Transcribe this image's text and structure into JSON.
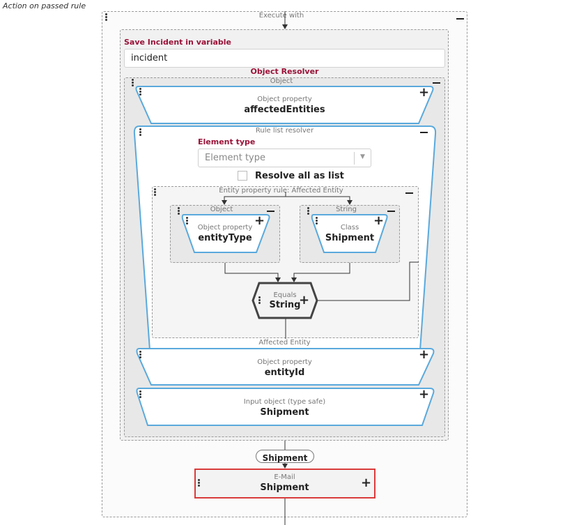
{
  "header": {
    "section_label": "Action on passed rule"
  },
  "execute_with": {
    "label": "Execute with"
  },
  "save_incident": {
    "label": "Save Incident in variable",
    "value": "incident"
  },
  "object_resolver": {
    "title": "Object Resolver",
    "object_label": "Object",
    "object_property": {
      "type": "Object property",
      "name": "affectedEntities"
    },
    "rule_list_resolver": {
      "label": "Rule list resolver",
      "element_type_label": "Element type",
      "element_type_placeholder": "Element type",
      "resolve_all_label": "Resolve all as list",
      "entity_rule": {
        "label": "Entity property rule: Affected Entity",
        "left": {
          "slot": "Object",
          "type": "Object property",
          "name": "entityType"
        },
        "right": {
          "slot": "String",
          "type": "Class",
          "name": "Shipment"
        },
        "equals": {
          "type": "Equals",
          "name": "String"
        }
      }
    },
    "affected_entity": {
      "label": "Affected Entity",
      "type": "Object property",
      "name": "entityId"
    },
    "input_object": {
      "type": "Input object (type safe)",
      "name": "Shipment"
    }
  },
  "connector_badge": {
    "label": "Shipment"
  },
  "email": {
    "type": "E-Mail",
    "name": "Shipment"
  },
  "colors": {
    "accent_blue": "#5aa9dc",
    "title_red": "#9a1238",
    "error_red": "#d93b3b"
  }
}
